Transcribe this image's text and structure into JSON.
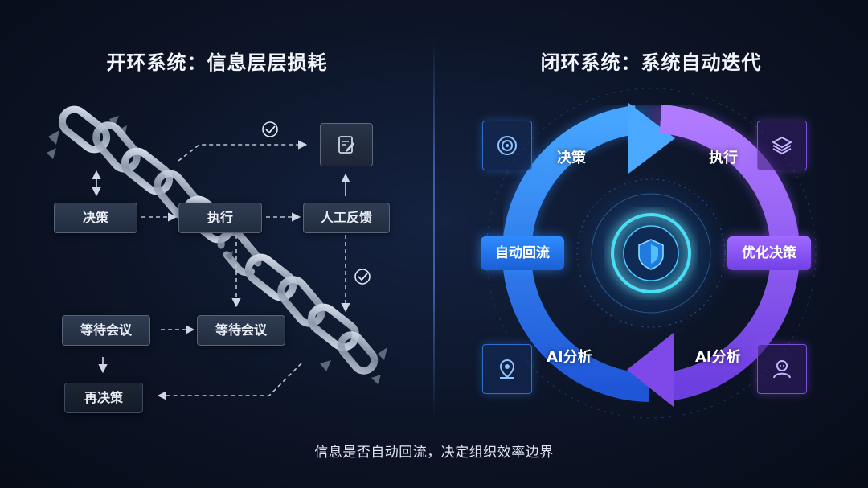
{
  "left_panel": {
    "title": "开环系统：信息层层损耗",
    "nodes": {
      "decision": "决策",
      "execute": "执行",
      "manual_feedback": "人工反馈",
      "wait_meeting_1": "等待会议",
      "wait_meeting_2": "等待会议",
      "re_decision": "再决策"
    }
  },
  "right_panel": {
    "title": "闭环系统：系统自动迭代",
    "labels": {
      "decision": "决策",
      "execute": "执行",
      "auto_return": "自动回流",
      "optimize_decision": "优化决策",
      "ai_analysis_left": "AI分析",
      "ai_analysis_right": "AI分析"
    },
    "colors": {
      "blue": "#2f8cff",
      "purple": "#9a5cff",
      "cyan": "#35e6ff"
    },
    "icons": [
      "target-icon",
      "layers-icon",
      "location-icon",
      "avatar-icon",
      "shield-icon"
    ]
  },
  "caption": "信息是否自动回流，决定组织效率边界"
}
